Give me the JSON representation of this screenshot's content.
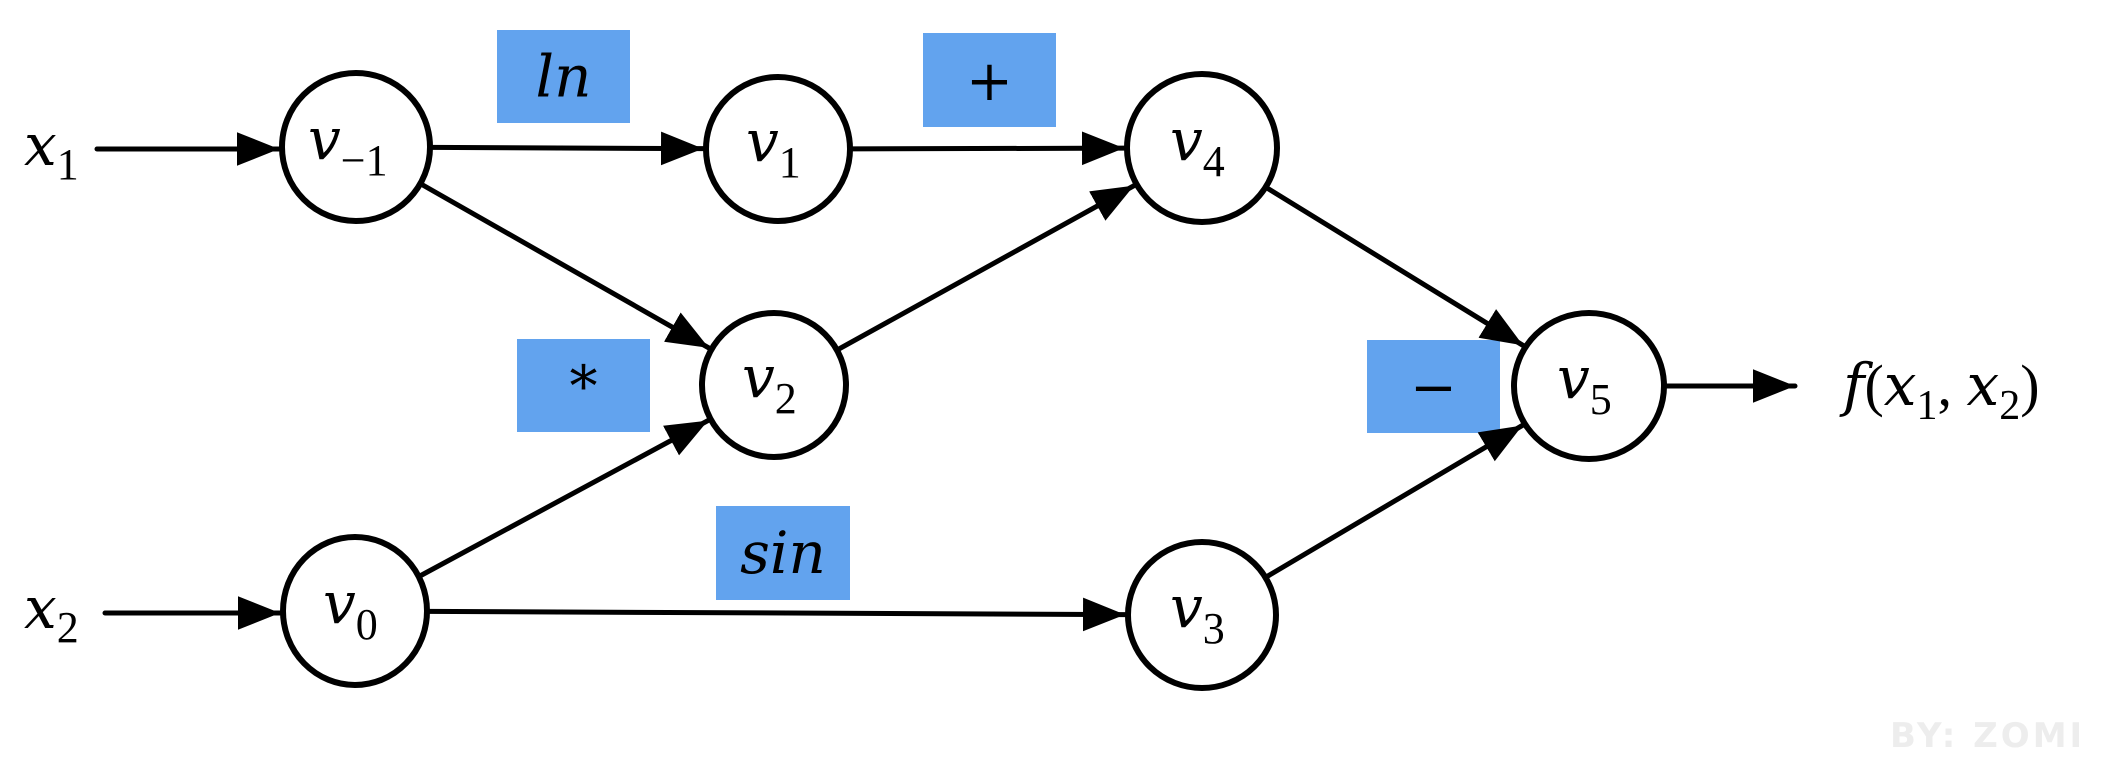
{
  "title": "Computational graph of f(x1, x2)",
  "colors": {
    "op_box": "#62a3ee",
    "stroke": "#000000",
    "node_fill": "#ffffff",
    "watermark": "#ededed"
  },
  "inputs": [
    {
      "id": "x1",
      "symbol": "x",
      "subscript": "1",
      "target": "v-1"
    },
    {
      "id": "x2",
      "symbol": "x",
      "subscript": "2",
      "target": "v0"
    }
  ],
  "nodes": [
    {
      "id": "v-1",
      "symbol": "v",
      "subscript": "−1"
    },
    {
      "id": "v0",
      "symbol": "v",
      "subscript": "0"
    },
    {
      "id": "v1",
      "symbol": "v",
      "subscript": "1"
    },
    {
      "id": "v2",
      "symbol": "v",
      "subscript": "2"
    },
    {
      "id": "v3",
      "symbol": "v",
      "subscript": "3"
    },
    {
      "id": "v4",
      "symbol": "v",
      "subscript": "4"
    },
    {
      "id": "v5",
      "symbol": "v",
      "subscript": "5"
    }
  ],
  "edges": [
    {
      "from": "x1",
      "to": "v-1"
    },
    {
      "from": "x2",
      "to": "v0"
    },
    {
      "from": "v-1",
      "to": "v1"
    },
    {
      "from": "v-1",
      "to": "v2"
    },
    {
      "from": "v0",
      "to": "v2"
    },
    {
      "from": "v0",
      "to": "v3"
    },
    {
      "from": "v1",
      "to": "v4"
    },
    {
      "from": "v2",
      "to": "v4"
    },
    {
      "from": "v4",
      "to": "v5"
    },
    {
      "from": "v3",
      "to": "v5"
    },
    {
      "from": "v5",
      "to": "output"
    }
  ],
  "operations": [
    {
      "id": "op-ln",
      "label": "ln",
      "italic": true,
      "produces": "v1"
    },
    {
      "id": "op-mul",
      "label": "*",
      "italic": false,
      "produces": "v2"
    },
    {
      "id": "op-sin",
      "label": "sin",
      "italic": true,
      "produces": "v3"
    },
    {
      "id": "op-add",
      "label": "+",
      "italic": false,
      "produces": "v4"
    },
    {
      "id": "op-sub",
      "label": "−",
      "italic": false,
      "produces": "v5"
    }
  ],
  "output": {
    "func": "f",
    "open": "(",
    "arg1": "x",
    "arg1_sub": "1",
    "sep": ", ",
    "arg2": "x",
    "arg2_sub": "2",
    "close": ")"
  },
  "watermark": "BY: ZOMI"
}
